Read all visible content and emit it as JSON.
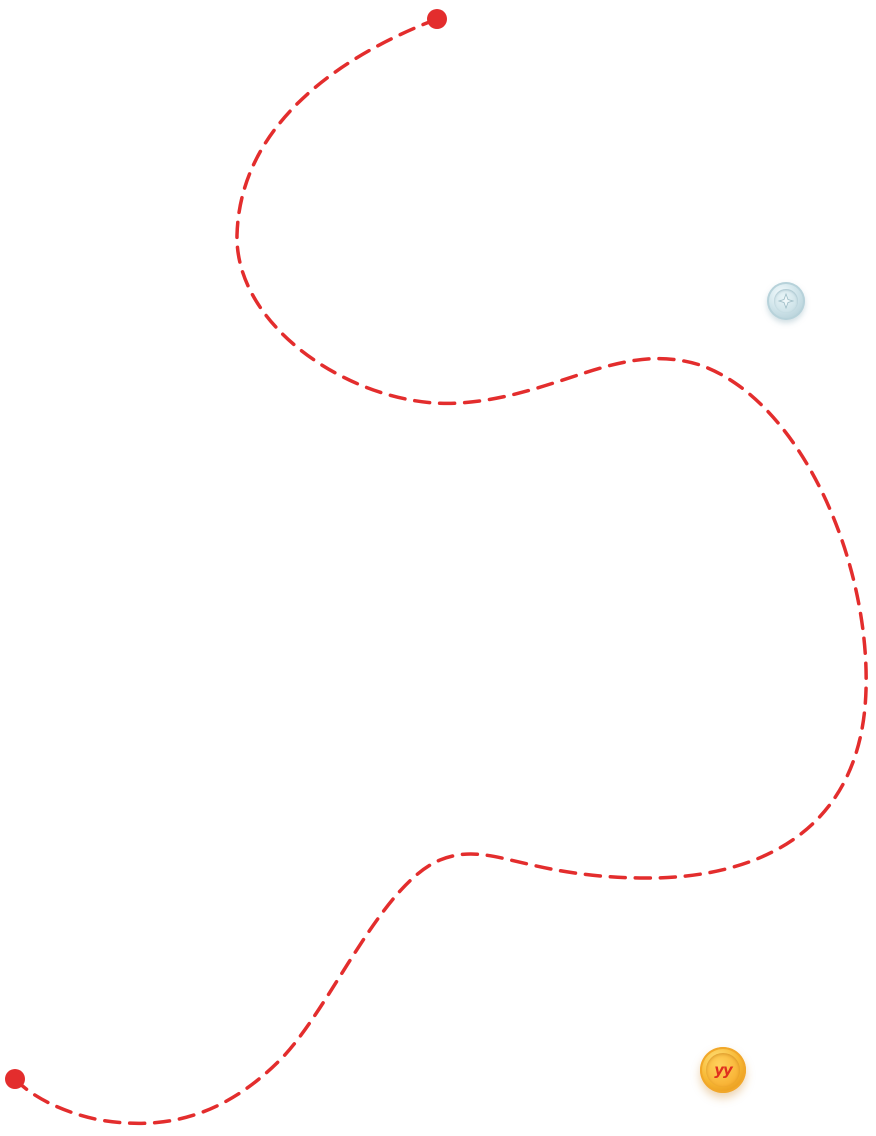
{
  "route": {
    "stroke_color": "#e32d2d",
    "endpoint_color": "#e32d2d"
  },
  "coins": [
    {
      "kind": "silver",
      "icon": "star-coin-icon",
      "label": ""
    },
    {
      "kind": "gold",
      "icon": "yy-coin-icon",
      "label": "yy"
    }
  ]
}
